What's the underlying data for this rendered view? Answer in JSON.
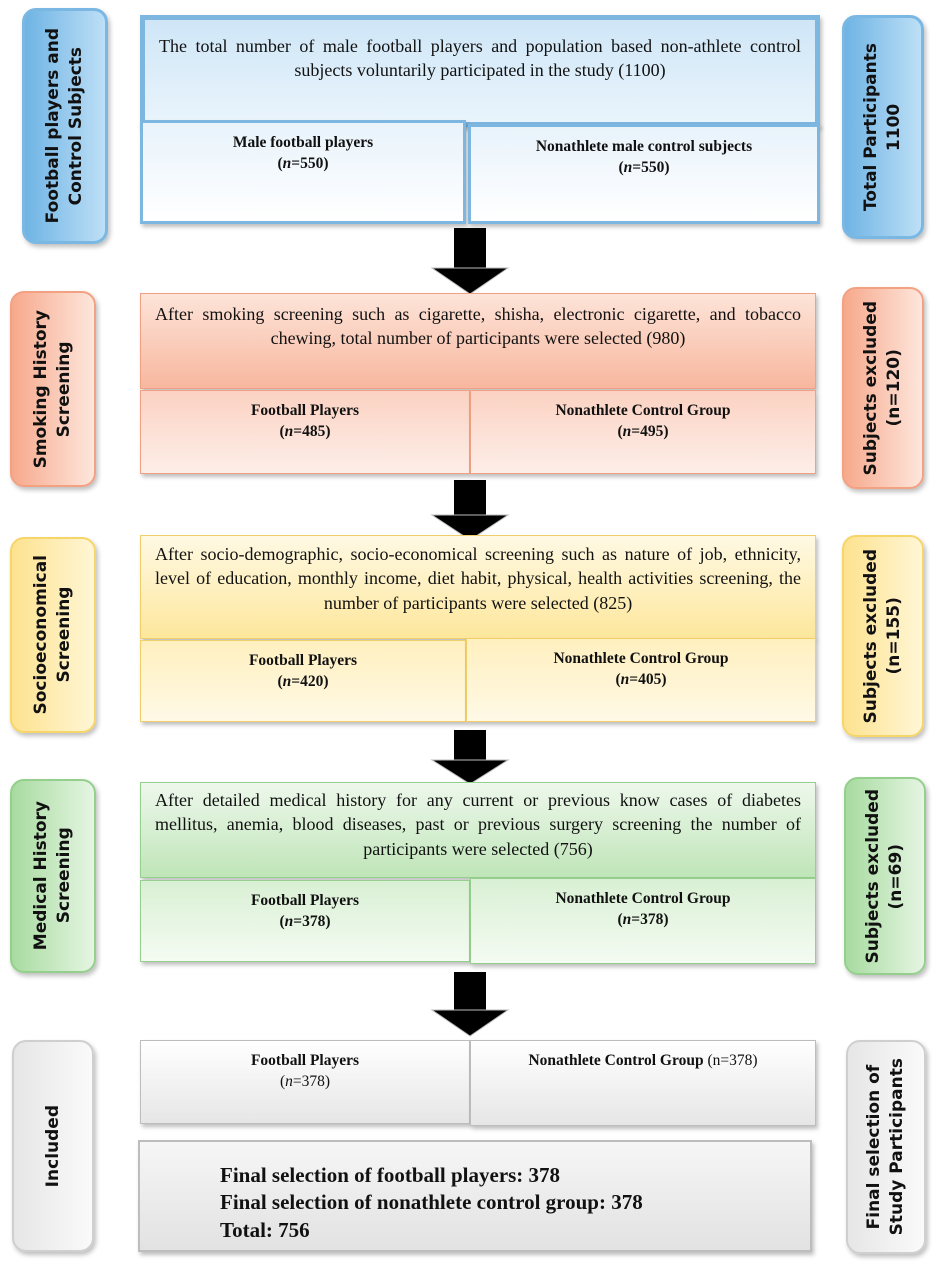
{
  "stages": [
    {
      "side_left": [
        "Football players and",
        "Control Subjects"
      ],
      "description": "The total number of  male football players and population based non-athlete control subjects voluntarily participated in the study (1100)",
      "left_group": {
        "label": "Male football players",
        "n_prefix": "n",
        "n_value": "=550"
      },
      "right_group": {
        "label": "Nonathlete male control subjects",
        "n_prefix": "n",
        "n_value": "=550"
      },
      "side_right": [
        "Total Participants",
        "1100"
      ]
    },
    {
      "side_left": [
        "Smoking History",
        "Screening"
      ],
      "description": "After smoking screening such as cigarette, shisha, electronic cigarette, and tobacco chewing, total number of participants were selected (980)",
      "left_group": {
        "label": "Football Players",
        "n_prefix": "n",
        "n_value": "=485"
      },
      "right_group": {
        "label": "Nonathlete Control Group",
        "n_prefix": "n",
        "n_value": "=495"
      },
      "side_right": [
        "Subjects excluded",
        "(n=120)"
      ]
    },
    {
      "side_left": [
        "Socioeconomical",
        "Screening"
      ],
      "description": "After socio-demographic, socio-economical screening such as nature of job, ethnicity, level of education, monthly income, diet habit, physical, health activities screening, the number of participants were selected (825)",
      "left_group": {
        "label": "Football Players",
        "n_prefix": "n",
        "n_value": "=420"
      },
      "right_group": {
        "label": "Nonathlete Control Group",
        "n_prefix": "n",
        "n_value": "=405"
      },
      "side_right": [
        "Subjects excluded",
        "(n=155)"
      ]
    },
    {
      "side_left": [
        "Medical History",
        "Screening"
      ],
      "description": "After detailed medical history for any current or previous know cases of diabetes mellitus, anemia, blood diseases, past or previous surgery screening the number of participants were selected (756)",
      "left_group": {
        "label": "Football Players",
        "n_prefix": "n",
        "n_value": "=378"
      },
      "right_group": {
        "label": "Nonathlete Control Group",
        "n_prefix": "n",
        "n_value": "=378"
      },
      "side_right": [
        "Subjects excluded",
        "(n=69)"
      ]
    }
  ],
  "included": {
    "side_left": "Included",
    "left_group": {
      "label": "Football Players",
      "n_prefix": "n",
      "n_value": "=378"
    },
    "right_group": {
      "label": "Nonathlete Control Group",
      "n_text": "(n=378)"
    },
    "final_lines": [
      "Final selection of football players: 378",
      "Final selection of nonathlete control group: 378",
      "Total: 756"
    ],
    "side_right": [
      "Final selection of",
      "Study Participants"
    ]
  },
  "colors": {
    "blue": "#7db6e0",
    "orange": "#f3a183",
    "yellow": "#f6d56b",
    "green": "#95cf8d",
    "gray": "#bdbdbd",
    "arrow": "#000000"
  }
}
